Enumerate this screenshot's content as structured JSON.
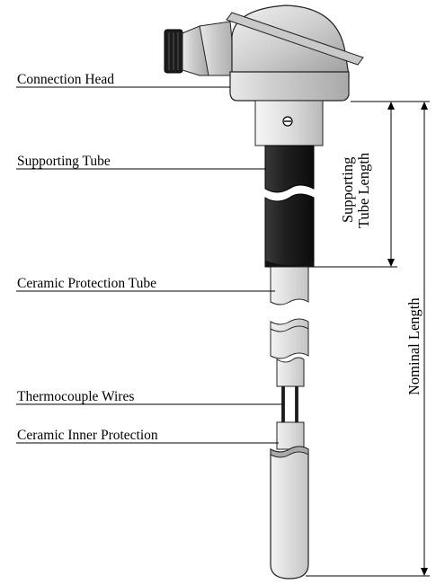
{
  "labels": {
    "connection_head": "Connection Head",
    "supporting_tube": "Supporting Tube",
    "ceramic_protection_tube": "Ceramic Protection Tube",
    "thermocouple_wires": "Thermocouple Wires",
    "ceramic_inner_protection": "Ceramic Inner Protection"
  },
  "dimensions": {
    "supporting_tube_length_line1": "Supporting",
    "supporting_tube_length_line2": "Tube Length",
    "nominal_length": "Nominal Length"
  },
  "colors": {
    "head_metal": "#d4d4d4",
    "supporting_tube": "#1e1e1e",
    "ceramic": "#dcdcdc",
    "outline": "#222222"
  }
}
